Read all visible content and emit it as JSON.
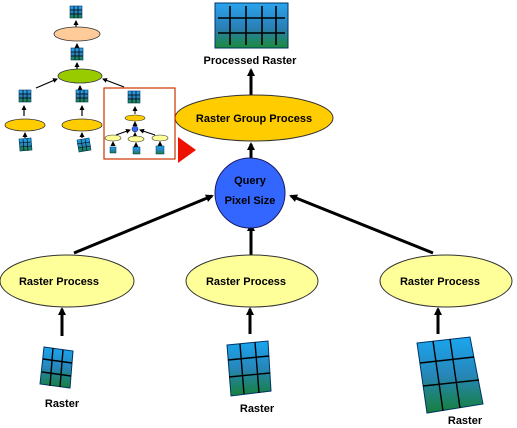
{
  "diagram": {
    "output_label": "Processed Raster",
    "group_process_label": "Raster Group Process",
    "query_label_line1": "Query",
    "query_label_line2": "Pixel Size",
    "raster_process_labels": [
      "Raster Process",
      "Raster Process",
      "Raster Process"
    ],
    "raster_labels": [
      "Raster",
      "Raster",
      "Raster"
    ]
  },
  "colors": {
    "raster_process_fill": "#ffff99",
    "group_process_fill": "#ffcc00",
    "query_fill": "#3366ff",
    "mini_top_fill": "#ffcc99",
    "mini_mid_fill": "#99cc00",
    "highlight_border": "#cc3300",
    "pointer_arrow": "#ee1100",
    "raster_blue": "#2b9be0",
    "raster_green": "#1f8040"
  }
}
